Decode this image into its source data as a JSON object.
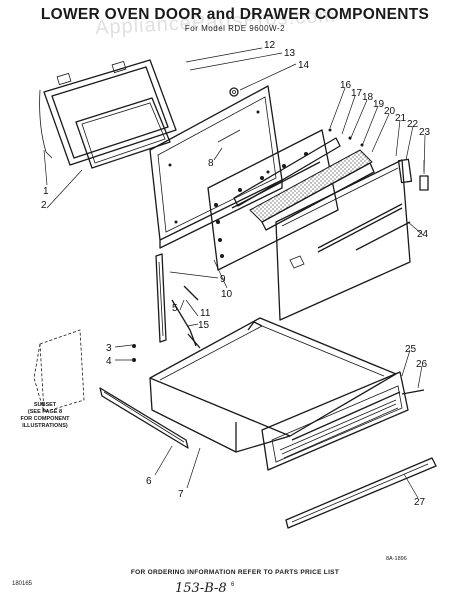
{
  "header": {
    "title": "LOWER OVEN DOOR and DRAWER COMPONENTS",
    "model": "For Model RDE 9600W-2"
  },
  "watermark": "AppliancePartsPros.com",
  "callouts": [
    "1",
    "2",
    "3",
    "4",
    "5",
    "6",
    "7",
    "8",
    "9",
    "10",
    "11",
    "12",
    "13",
    "14",
    "15",
    "16",
    "17",
    "18",
    "19",
    "20",
    "21",
    "22",
    "23",
    "24",
    "25",
    "26",
    "27"
  ],
  "subset_note": {
    "line1": "SUBSET",
    "line2": "(SEE PAGE 8",
    "line3": "FOR COMPONENT",
    "line4": "ILLUSTRATIONS)"
  },
  "footer": {
    "ordering_info": "FOR ORDERING INFORMATION REFER TO PARTS PRICE LIST",
    "sheet_number": "180165",
    "page_number": "6",
    "reference_code": "8A-1896",
    "handwritten": "153-B-8"
  }
}
